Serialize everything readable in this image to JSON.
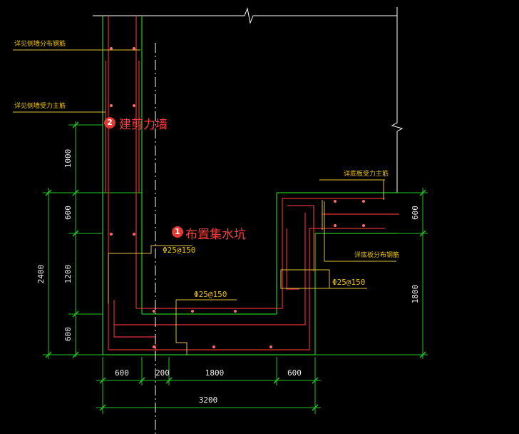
{
  "callouts": [
    {
      "number": "1",
      "label": "布置集水坑"
    },
    {
      "number": "2",
      "label": "建剪力墙"
    }
  ],
  "annotations": {
    "side_wall_distribution": "详见侧墙分布钢筋",
    "side_wall_main": "详见侧墙受力主筋",
    "bottom_slab_main": "详底板受力主筋",
    "bottom_slab_distribution": "详底板分布钢筋"
  },
  "rebar_labels": {
    "rebar_1": "Φ25@150",
    "rebar_2": "Φ25@150",
    "rebar_3": "Φ25@150"
  },
  "dimensions": {
    "left_1000": "1000",
    "left_600_top": "600",
    "left_1200": "1200",
    "left_600_bottom": "600",
    "left_2400": "2400",
    "right_600": "600",
    "right_1800": "1800",
    "bottom_600_left": "600",
    "bottom_200": "200",
    "bottom_1800": "1800",
    "bottom_600_right": "600",
    "bottom_3200": "3200"
  },
  "colors": {
    "background": "#000000",
    "concrete_outline": "#22c322",
    "rebar": "#e03030",
    "leader": "#e0c040",
    "annotation_text": "#e8c000",
    "dimension_text": "#f0f0f0",
    "callout": "#ff3b3b"
  }
}
